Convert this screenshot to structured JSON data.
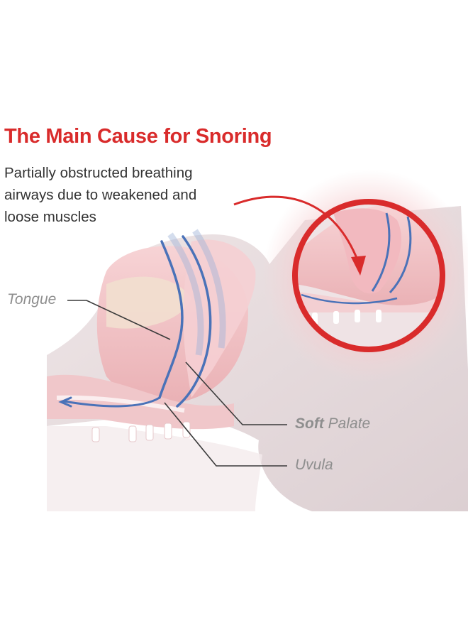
{
  "heading": "The Main Cause for Snoring",
  "description_lines": [
    "Partially obstructed breathing",
    "airways due to weakened and",
    "loose muscles"
  ],
  "labels": {
    "tongue": "Tongue",
    "soft_palate_bold": "Soft",
    "soft_palate_rest": " Palate",
    "uvula": "Uvula"
  },
  "colors": {
    "accent_red": "#d92b2b",
    "tissue_pink": "#f3c4c6",
    "airway_blue": "#4a72b8",
    "label_gray": "#8e8e8e",
    "body_mauve": "#e2d5d8"
  }
}
